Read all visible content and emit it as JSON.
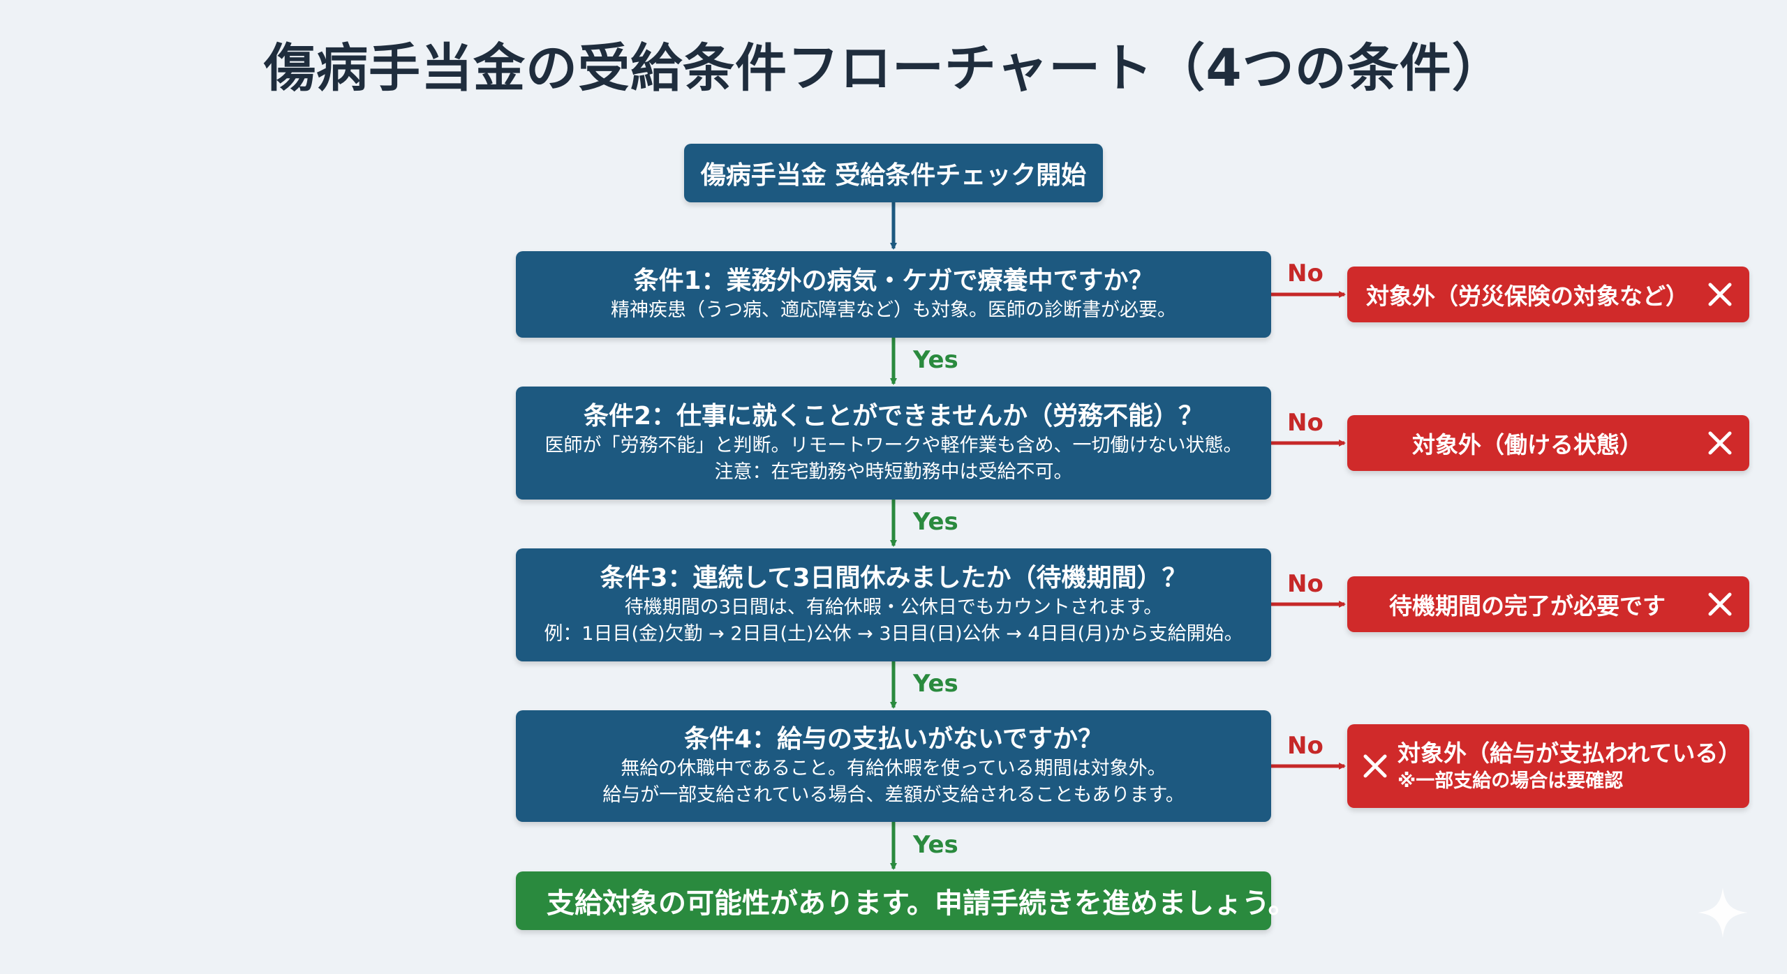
{
  "title": "傷病手当金の受給条件フローチャート（4つの条件）",
  "start_label": "傷病手当金 受給条件チェック開始",
  "conditions": [
    {
      "heading": "条件1：業務外の病気・ケガで療養中ですか？",
      "details": [
        "精神疾患（うつ病、適応障害など）も対象。医師の診断書が必要。"
      ]
    },
    {
      "heading": "条件2：仕事に就くことができませんか（労務不能）？",
      "details": [
        "医師が「労務不能」と判断。リモートワークや軽作業も含め、一切働けない状態。",
        "注意：在宅勤務や時短勤務中は受給不可。"
      ]
    },
    {
      "heading": "条件3：連続して3日間休みましたか（待機期間）？",
      "details": [
        "待機期間の3日間は、有給休暇・公休日でもカウントされます。",
        "例：1日目(金)欠勤 → 2日目(土)公休 → 3日目(日)公休 → 4日目(月)から支給開始。"
      ]
    },
    {
      "heading": "条件4：給与の支払いがないですか？",
      "details": [
        "無給の休職中であること。有給休暇を使っている期間は対象外。",
        "給与が一部支給されている場合、差額が支給されることもあります。"
      ]
    }
  ],
  "outcomes": [
    {
      "label": "対象外（労災保険の対象など）"
    },
    {
      "label": "対象外（働ける状態）"
    },
    {
      "label": "待機期間の完了が必要です"
    },
    {
      "label": "対象外（給与が支払われている）",
      "note": "※一部支給の場合は要確認"
    }
  ],
  "yes_label": "Yes",
  "no_label": "No",
  "result_label": "支給対象の可能性があります。申請手続きを進めましょう。",
  "colors": {
    "background": "#eef2f6",
    "condition_box": "#1d5980",
    "outcome_box": "#d02a2a",
    "result_box": "#2a8a3e",
    "yes": "#2a8a3e",
    "no": "#c62828"
  },
  "icons": {
    "outcome": "close-icon",
    "result": "check-icon",
    "corner": "sparkle-icon"
  }
}
